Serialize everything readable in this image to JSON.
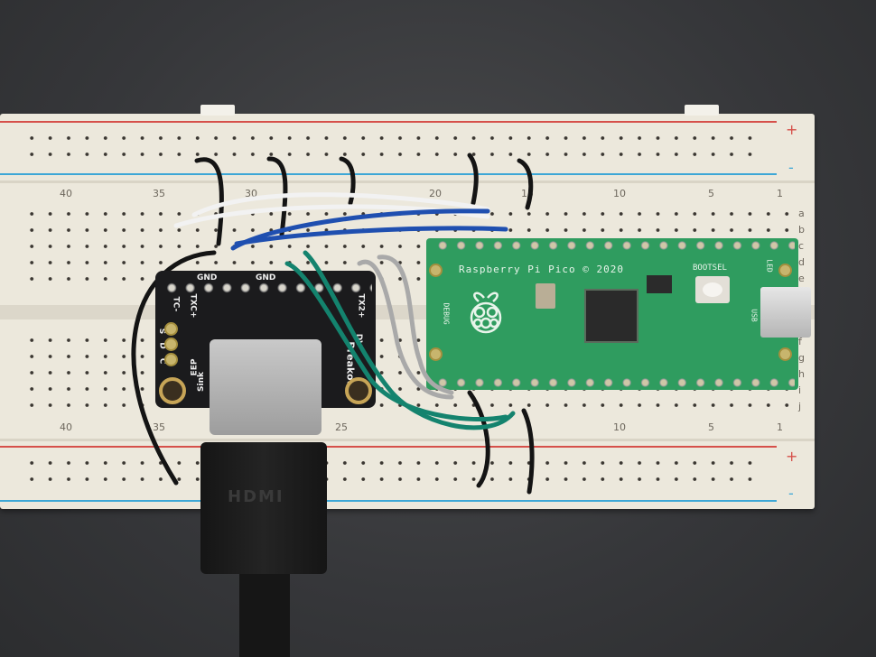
{
  "breadboard": {
    "rail_plus": "+",
    "rail_minus": "-",
    "column_numbers_top": [
      "40",
      "35",
      "30",
      "20",
      "15",
      "10",
      "5",
      "1"
    ],
    "column_numbers_bottom": [
      "40",
      "35",
      "25",
      "10",
      "5",
      "1"
    ],
    "rows_top": [
      "a",
      "b",
      "c",
      "d",
      "e"
    ],
    "rows_bottom": [
      "f",
      "g",
      "h",
      "i",
      "j"
    ]
  },
  "pico": {
    "title": "Raspberry Pi Pico © 2020",
    "bootsel": "BOOTSEL",
    "led": "LED",
    "usb": "USB",
    "debug": "DEBUG",
    "color": "#2f9c5f"
  },
  "breakout": {
    "gnd1": "GND",
    "gnd2": "GND",
    "txc_minus": "TC-",
    "txc_plus": "TXC+",
    "tx2_plus": "TX2+",
    "scl": "S",
    "sda": "D",
    "c": "C",
    "eep": "EEP",
    "sink": "Sink",
    "breakout": "Breakout",
    "dv": "DV"
  },
  "hdmi": {
    "logo": "HDMI"
  },
  "colors": {
    "wire_blue": "#1f4fb0",
    "wire_teal": "#14836e",
    "wire_white": "#f2f2f2",
    "wire_gray": "#a9a9a9",
    "wire_black": "#141414"
  }
}
